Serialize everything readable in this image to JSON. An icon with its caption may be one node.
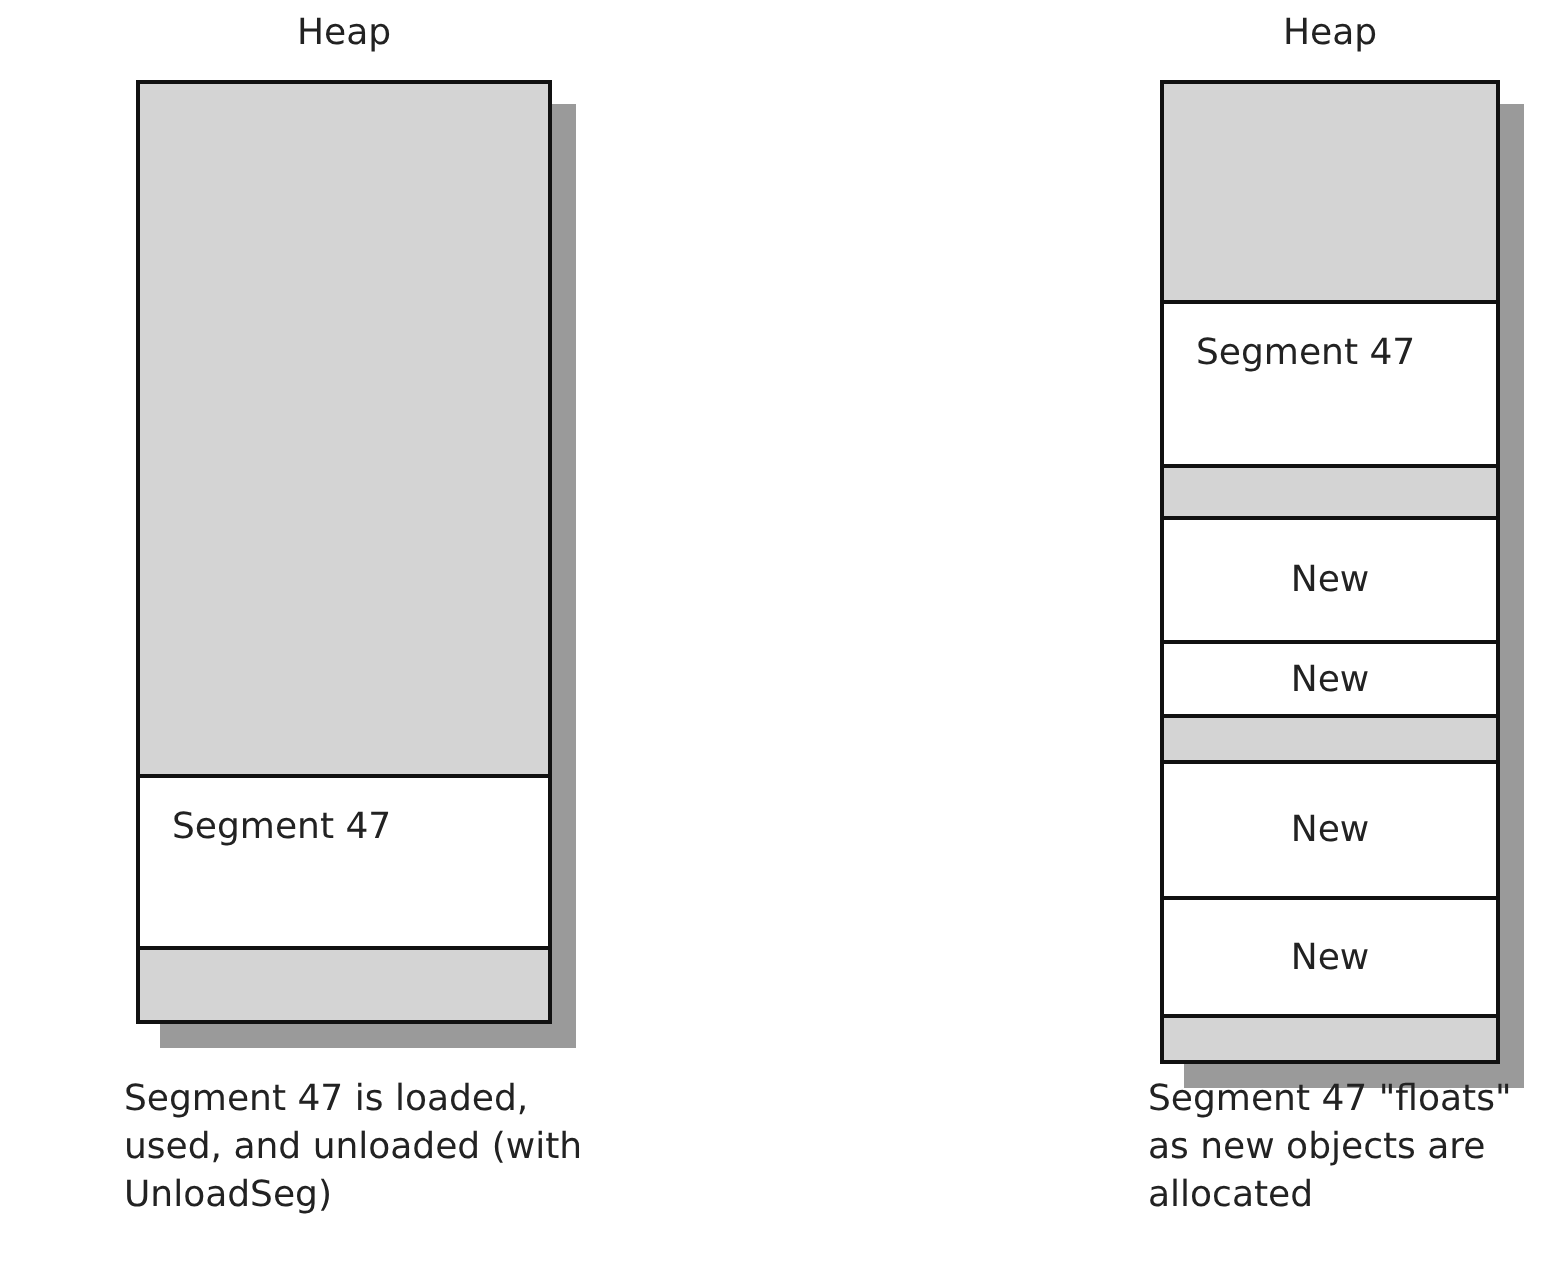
{
  "diagram": {
    "nodes": [
      {
        "text": [
          "Heap"
        ],
        "beside": [
          "Segment 47 is loaded, used, and unloaded (with UnloadSeg)"
        ]
      },
      {
        "text": [],
        "shape": "box",
        "in": 0
      },
      {
        "text": [
          "Segment 47"
        ],
        "in": 0
      },
      {
        "text": [],
        "shape": "box",
        "in": 0
      },
      {
        "text": [
          "Heap"
        ],
        "beside": [
          "Segment 47 \"floats\" as new objects are allocated"
        ]
      },
      {
        "text": [],
        "shape": "box",
        "in": 4
      },
      {
        "text": [
          "Segment 47"
        ],
        "in": 4
      },
      {
        "text": [],
        "shape": "box",
        "in": 4
      },
      {
        "text": [
          "New"
        ],
        "in": 4
      },
      {
        "text": [
          "New"
        ],
        "in": 4
      },
      {
        "text": [],
        "shape": "box",
        "in": 4
      },
      {
        "text": [
          "New"
        ],
        "in": 4
      },
      {
        "text": [
          "New"
        ],
        "in": 4
      },
      {
        "text": [],
        "shape": "box",
        "in": 4
      }
    ]
  }
}
